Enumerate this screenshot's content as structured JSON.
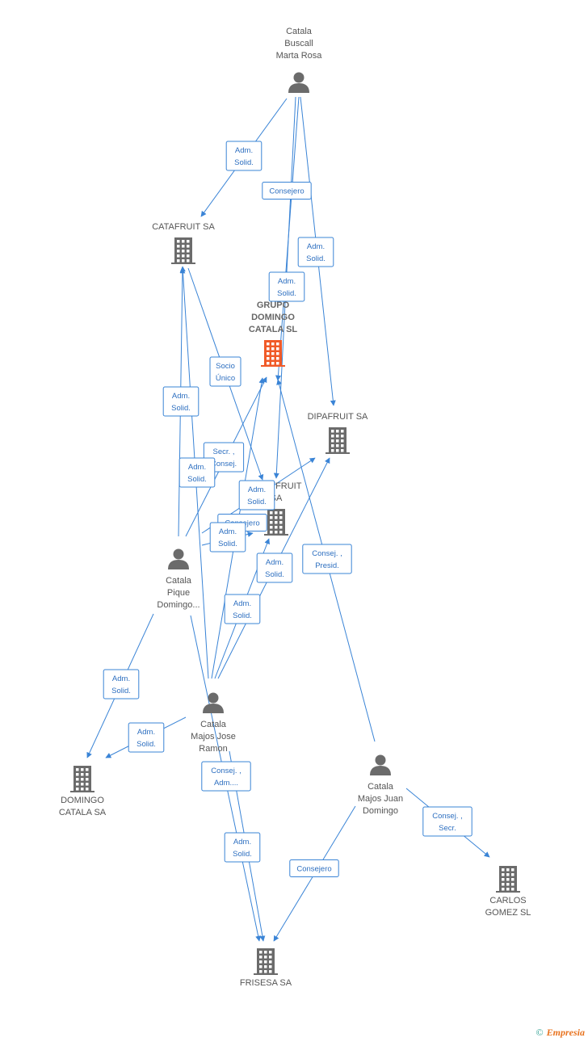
{
  "nodes": [
    {
      "id": "buscall",
      "type": "person",
      "lines": [
        "Catala",
        "Buscall",
        "Marta Rosa"
      ],
      "main": false
    },
    {
      "id": "catafruit",
      "type": "company",
      "lines": [
        "CATAFRUIT SA"
      ],
      "main": false
    },
    {
      "id": "grupo",
      "type": "company",
      "lines": [
        "GRUPO",
        "DOMINGO",
        "CATALA SL"
      ],
      "main": true
    },
    {
      "id": "dipafruit",
      "type": "company",
      "lines": [
        "DIPAFRUIT SA"
      ],
      "main": false
    },
    {
      "id": "costfruit",
      "type": "company",
      "lines": [
        "COSTFRUIT",
        "SA"
      ],
      "main": false
    },
    {
      "id": "pique",
      "type": "person",
      "lines": [
        "Catala",
        "Pique",
        "Domingo..."
      ],
      "main": false
    },
    {
      "id": "jose",
      "type": "person",
      "lines": [
        "Catala",
        "Majos Jose",
        "Ramon"
      ],
      "main": false
    },
    {
      "id": "juan",
      "type": "person",
      "lines": [
        "Catala",
        "Majos Juan",
        "Domingo"
      ],
      "main": false
    },
    {
      "id": "domingo",
      "type": "company",
      "lines": [
        "DOMINGO",
        "CATALA SA"
      ],
      "main": false
    },
    {
      "id": "carlos",
      "type": "company",
      "lines": [
        "CARLOS",
        "GOMEZ SL"
      ],
      "main": false
    },
    {
      "id": "frisesa",
      "type": "company",
      "lines": [
        "FRISESA SA"
      ],
      "main": false
    }
  ],
  "edges": [
    {
      "from": "buscall",
      "to": "catafruit",
      "lines": [
        "Adm.",
        "Solid."
      ]
    },
    {
      "from": "buscall",
      "to": "costfruit",
      "lines": [
        "Consejero"
      ]
    },
    {
      "from": "buscall",
      "to": "grupo",
      "lines": [
        "Adm.",
        "Solid."
      ]
    },
    {
      "from": "buscall",
      "to": "dipafruit",
      "lines": [
        "Adm.",
        "Solid."
      ]
    },
    {
      "from": "catafruit",
      "to": "costfruit",
      "lines": [
        "Socio",
        "Único"
      ]
    },
    {
      "from": "pique",
      "to": "catafruit",
      "lines": [
        "Adm.",
        "Solid."
      ]
    },
    {
      "from": "pique",
      "to": "grupo",
      "lines": [
        "Secr. ,",
        "Consej."
      ]
    },
    {
      "from": "pique",
      "to": "dipafruit",
      "lines": [
        "Adm.",
        "Solid."
      ]
    },
    {
      "from": "pique",
      "to": "costfruit",
      "lines": [
        "Consejero"
      ]
    },
    {
      "from": "pique",
      "to": "domingo",
      "lines": [
        "Adm.",
        "Solid."
      ]
    },
    {
      "from": "jose",
      "to": "catafruit",
      "lines": [
        "Adm.",
        "Solid."
      ]
    },
    {
      "from": "jose",
      "to": "grupo",
      "lines": [
        "Adm.",
        "Solid."
      ]
    },
    {
      "from": "jose",
      "to": "costfruit",
      "lines": [
        "Adm.",
        "Solid."
      ]
    },
    {
      "from": "jose",
      "to": "dipafruit",
      "lines": [
        "Adm.",
        "Solid."
      ]
    },
    {
      "from": "jose",
      "to": "domingo",
      "lines": [
        "Adm.",
        "Solid."
      ]
    },
    {
      "from": "jose",
      "to": "frisesa",
      "lines": [
        "Consej. ,",
        "Adm...."
      ]
    },
    {
      "from": "pique",
      "to": "frisesa",
      "lines": [
        "Adm.",
        "Solid."
      ]
    },
    {
      "from": "juan",
      "to": "grupo",
      "lines": [
        "Consej. ,",
        "Presid."
      ]
    },
    {
      "from": "juan",
      "to": "frisesa",
      "lines": [
        "Consejero"
      ]
    },
    {
      "from": "juan",
      "to": "carlos",
      "lines": [
        "Consej. ,",
        "Secr."
      ]
    }
  ],
  "colors": {
    "edge": "#3a84d6",
    "node": "#6b6b6b",
    "main_node": "#f05a28"
  },
  "footer": {
    "symbol": "©",
    "brand": "Empresia"
  }
}
